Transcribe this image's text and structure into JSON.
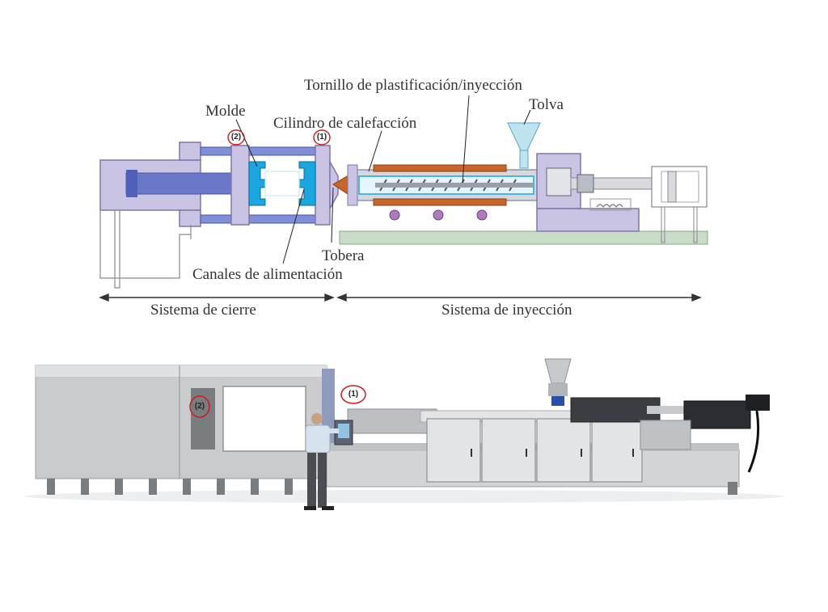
{
  "diagram": {
    "labels": {
      "screw": "Tornillo de plastificación/inyección",
      "hopper": "Tolva",
      "mold": "Molde",
      "heating_cylinder": "Cilindro de calefacción",
      "nozzle": "Tobera",
      "runners": "Canales de alimentación",
      "clamping_system": "Sistema de cierre",
      "injection_system": "Sistema de inyección"
    },
    "markers": {
      "mold_marker": "(2)",
      "nozzle_marker": "(1)"
    }
  },
  "photo": {
    "markers": {
      "mold_marker": "(2)",
      "nozzle_marker": "(1)"
    }
  },
  "colors": {
    "frame_lavender": "#c9c3e4",
    "frame_outline": "#7f78a8",
    "mold_blue": "#1aa6e0",
    "heater_orange": "#c8662a",
    "base_green": "#c8ddc8",
    "machine_grey": "#c9cbcd",
    "marker_red": "#d11a1a"
  }
}
